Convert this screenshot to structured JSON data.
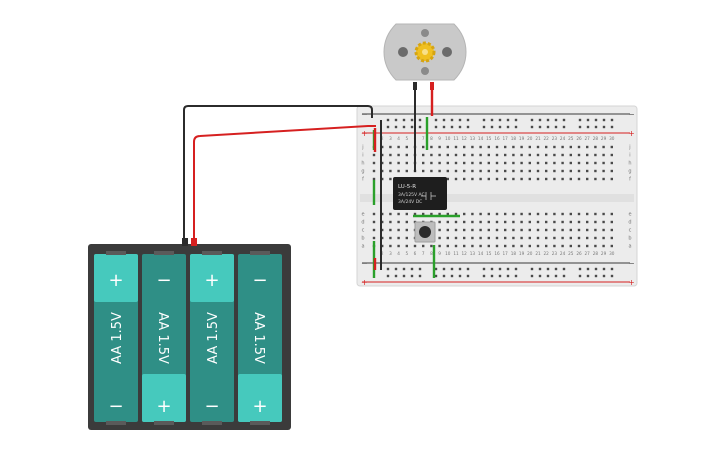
{
  "canvas": {
    "background": "#ffffff"
  },
  "colors": {
    "wire_black": "#2b2b2b",
    "wire_red": "#d62020",
    "wire_green": "#2aa02a",
    "battery_case": "#3b3b3b",
    "cell_body": "#2f8f86",
    "cell_cap": "#46c9bd",
    "breadboard": "#ececec",
    "relay_body": "#1e1e1e",
    "motor_body": "#c9c9c9",
    "motor_gear": "#f0c020"
  },
  "battery_pack": {
    "cells": [
      {
        "top_symbol": "+",
        "label": "AA 1.5V",
        "bottom_symbol": "−"
      },
      {
        "top_symbol": "−",
        "label": "AA 1.5V",
        "bottom_symbol": "+"
      },
      {
        "top_symbol": "+",
        "label": "AA 1.5V",
        "bottom_symbol": "−"
      },
      {
        "top_symbol": "−",
        "label": "AA 1.5V",
        "bottom_symbol": "+"
      }
    ]
  },
  "relay": {
    "model": "LU-5-R",
    "rating_ac": "3A/125V AC",
    "rating_dc": "3A/24V DC"
  },
  "breadboard": {
    "rows_top": [
      "j",
      "i",
      "h",
      "g",
      "f"
    ],
    "rows_bottom": [
      "e",
      "d",
      "c",
      "b",
      "a"
    ],
    "columns": [
      "1",
      "2",
      "3",
      "4",
      "5",
      "6",
      "7",
      "8",
      "9",
      "10",
      "11",
      "12",
      "13",
      "14",
      "15",
      "16",
      "17",
      "18",
      "19",
      "20",
      "21",
      "22",
      "23",
      "24",
      "25",
      "26",
      "27",
      "28",
      "29",
      "30"
    ],
    "rail_plus": "+",
    "rail_minus": "−"
  },
  "components": {
    "motor": "motor-icon",
    "pushbutton": "pushbutton-icon",
    "relay": "relay-icon",
    "battery": "battery-pack-icon"
  }
}
